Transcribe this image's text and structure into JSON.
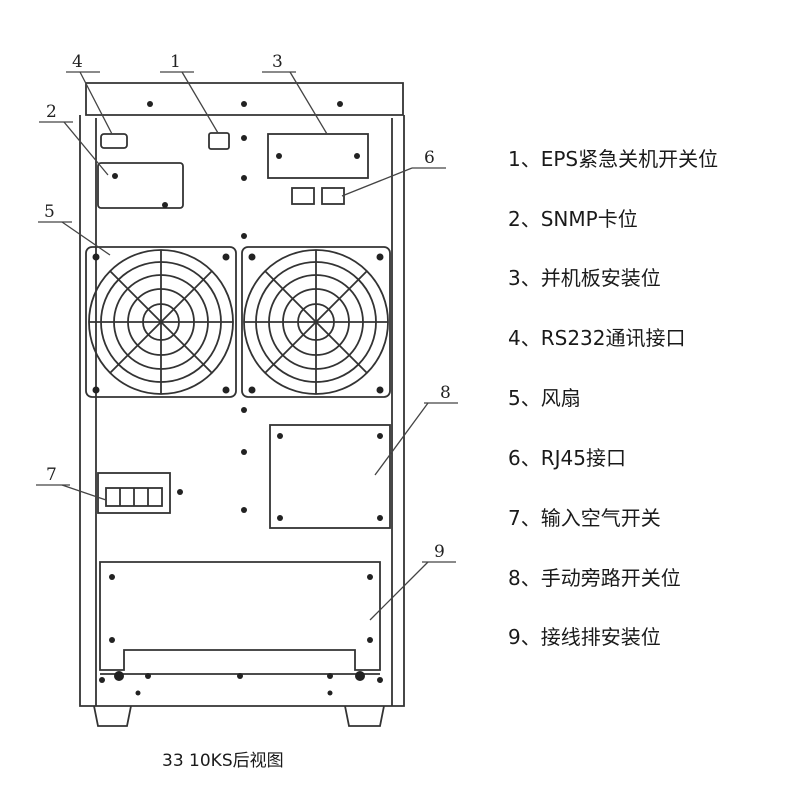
{
  "callouts": [
    "1",
    "2",
    "3",
    "4",
    "5",
    "6",
    "7",
    "8",
    "9"
  ],
  "legend": [
    "1、EPS紧急关机开关位",
    "2、SNMP卡位",
    "3、并机板安装位",
    "4、RS232通讯接口",
    "5、风扇",
    "6、RJ45接口",
    "7、输入空气开关",
    "8、手动旁路开关位",
    "9、接线排安装位"
  ],
  "caption": "33 10KS后视图"
}
